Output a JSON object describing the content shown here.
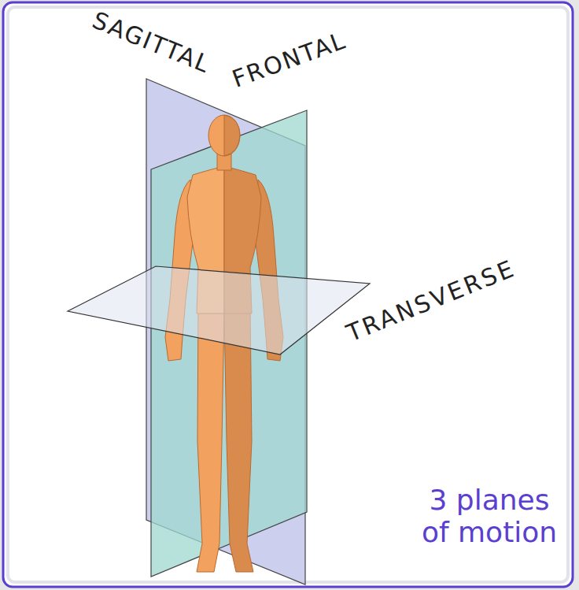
{
  "diagram": {
    "labels": [
      "SAGITTAL",
      "FRONTAL",
      "TRANSVERSE",
      "3 planes of motion"
    ]
  }
}
